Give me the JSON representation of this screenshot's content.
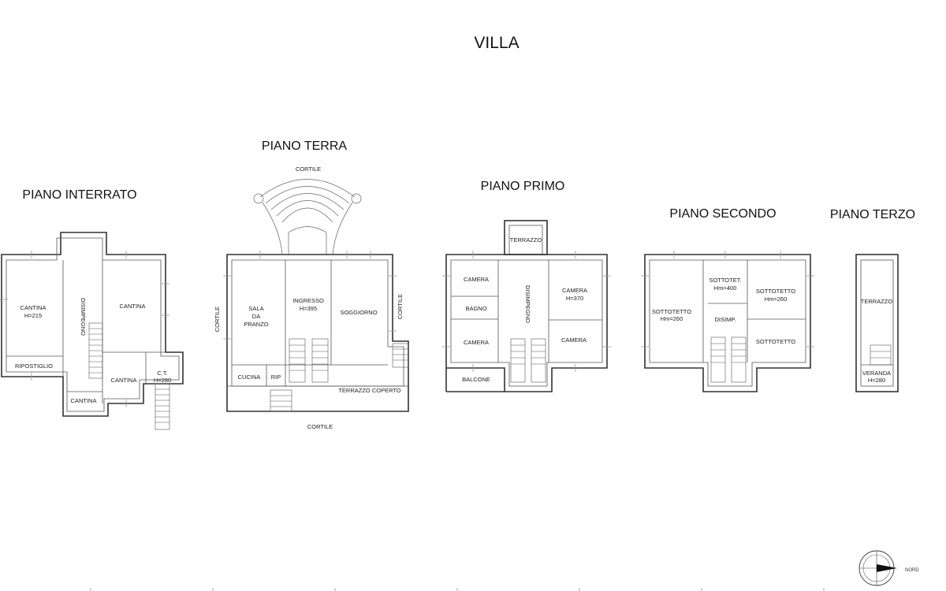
{
  "title": "VILLA",
  "floors": {
    "interrato": {
      "name": "PIANO INTERRATO",
      "rooms": [
        "CANTINA",
        "H=215",
        "DISIMPEGNO",
        "CANTINA",
        "RIPOSTIGLIO",
        "CANTINA",
        "C.T.",
        "H=280",
        "CANTINA"
      ]
    },
    "terra": {
      "name": "PIANO TERRA",
      "rooms": [
        "SALA",
        "DA",
        "PRANZO",
        "INGRESSO",
        "H=395",
        "SOGGIORNO",
        "CUCINA",
        "RIP",
        "TERRAZZO COPERTO"
      ],
      "outside": [
        "CORTILE",
        "CORTILE",
        "CORTILE",
        "CORTILE"
      ]
    },
    "primo": {
      "name": "PIANO PRIMO",
      "rooms": [
        "TERRAZZO",
        "CAMERA",
        "BAGNO",
        "CAMERA",
        "BALCONE",
        "DISIMPEGNO",
        "CAMERA",
        "H=370",
        "CAMERA"
      ]
    },
    "secondo": {
      "name": "PIANO SECONDO",
      "rooms": [
        "SOTTOTETTO",
        "Hm=260",
        "SOTTOTET.",
        "Hm=400",
        "SOTTOTETTO",
        "Hm=260",
        "DISIMP.",
        "SOTTOTETTO"
      ]
    },
    "terzo": {
      "name": "PIANO TERZO",
      "rooms": [
        "TERRAZZO",
        "VERANDA",
        "H=280"
      ]
    }
  },
  "compass": {
    "label": "NORD"
  }
}
